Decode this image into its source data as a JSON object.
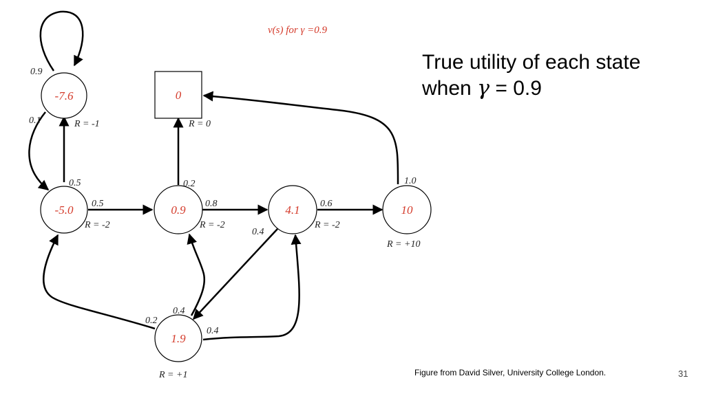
{
  "diagram": {
    "title": "v(s) for γ =0.9",
    "states": [
      {
        "id": "s1",
        "value": "-7.6",
        "reward": "R = -1"
      },
      {
        "id": "t",
        "value": "0",
        "reward": "R = 0"
      },
      {
        "id": "s2",
        "value": "-5.0",
        "reward": "R = -2"
      },
      {
        "id": "s3",
        "value": "0.9",
        "reward": "R = -2"
      },
      {
        "id": "s4",
        "value": "4.1",
        "reward": "R = -2"
      },
      {
        "id": "s5",
        "value": "10",
        "reward": "R = +10"
      },
      {
        "id": "s6",
        "value": "1.9",
        "reward": "R = +1"
      }
    ],
    "edge_labels": {
      "s1_self": "0.9",
      "s1_s2": "0.1",
      "s2_s1": "0.5",
      "s2_s3": "0.5",
      "s3_t": "0.2",
      "s3_s4": "0.8",
      "s4_s5": "0.6",
      "s4_s6": "0.4",
      "s5_t": "1.0",
      "s6_s2": "0.2",
      "s6_s3": "0.4",
      "s6_s4": "0.4"
    },
    "colors": {
      "value_text": "#d43a2a",
      "line": "#000000"
    }
  },
  "slide": {
    "heading_line1": "True utility of each state",
    "heading_line2_prefix": "when ",
    "gamma_symbol": "γ",
    "heading_line2_suffix": " = 0.9"
  },
  "footer": {
    "caption": "Figure from David Silver, University College London.",
    "page_number": "31"
  }
}
